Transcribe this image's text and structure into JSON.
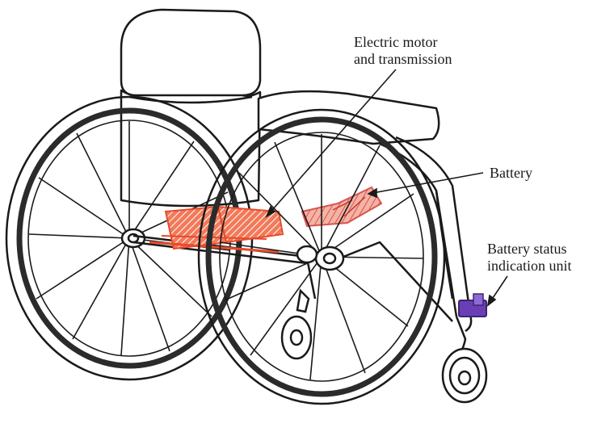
{
  "labels": {
    "motor": [
      "Electric motor",
      "and transmission"
    ],
    "battery": "Battery",
    "status": [
      "Battery status",
      "indication unit"
    ]
  },
  "colors": {
    "ink": "#1a1a1a",
    "motor": "#e84a2a",
    "battery": "#d9534f",
    "status_unit": "#6a3fb5",
    "tire": "#2b2b2b"
  },
  "icons": {
    "wheelchair": "wheelchair-illustration",
    "motor": "motor-icon",
    "battery": "battery-icon",
    "status_unit": "status-unit-icon"
  }
}
